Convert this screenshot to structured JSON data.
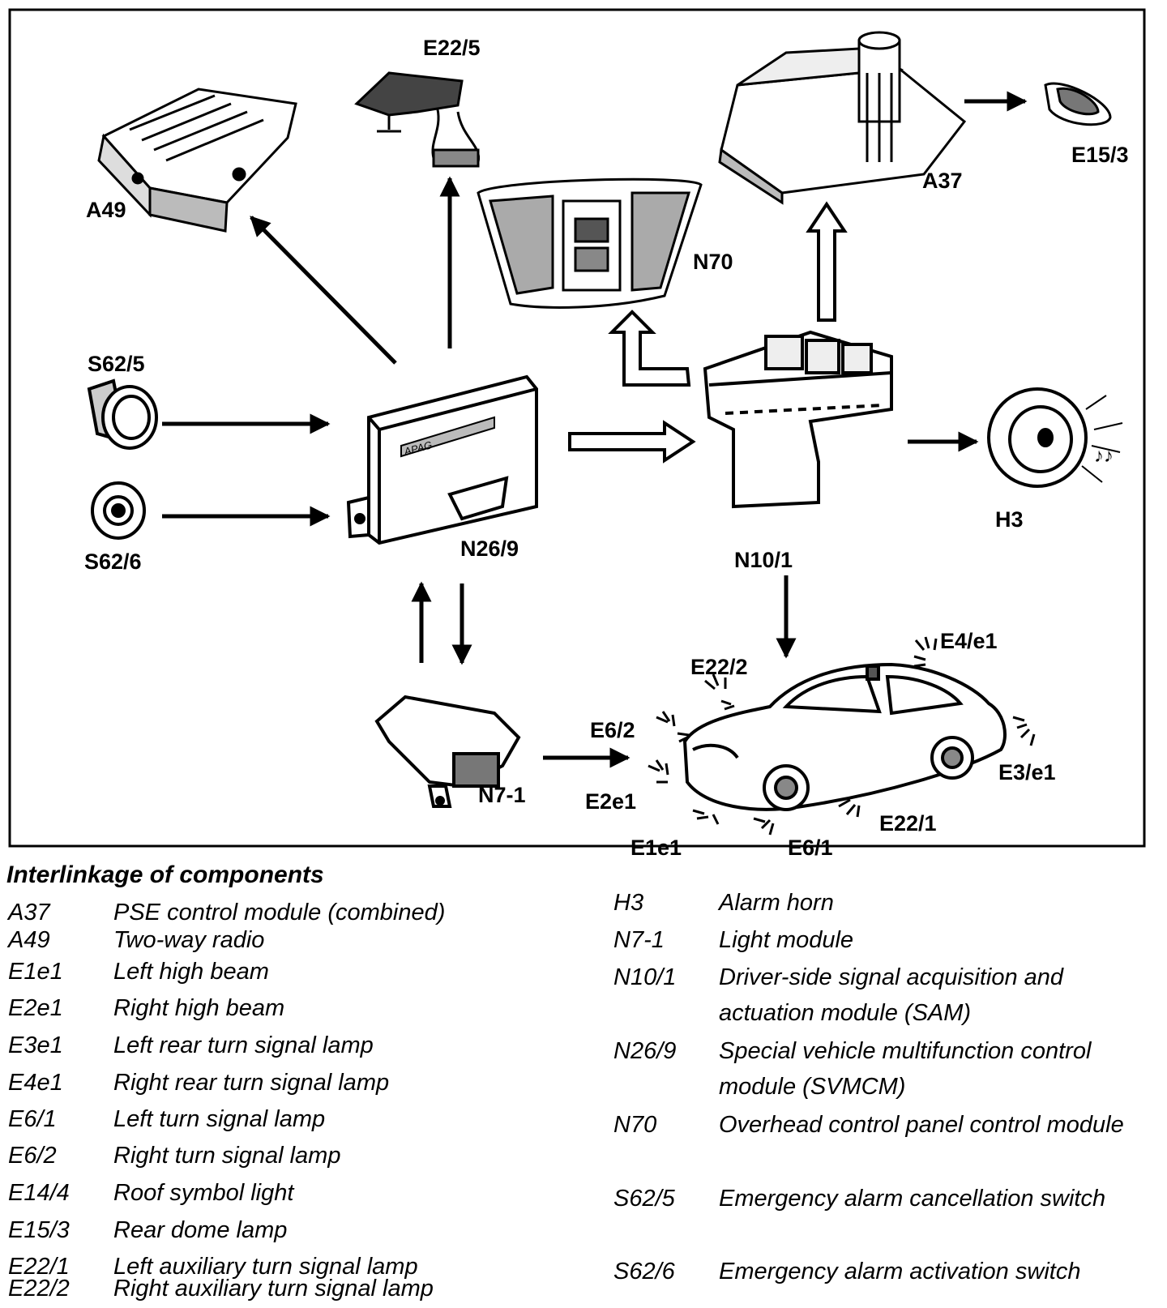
{
  "diagram": {
    "labels": {
      "a49": "A49",
      "e22_5": "E22/5",
      "a37": "A37",
      "e15_3": "E15/3",
      "n70": "N70",
      "s62_5": "S62/5",
      "s62_6": "S62/6",
      "n26_9": "N26/9",
      "n10_1": "N10/1",
      "h3": "H3",
      "n7_1": "N7-1",
      "e4e1": "E4/e1",
      "e22_2": "E22/2",
      "e6_2": "E6/2",
      "e2e1": "E2e1",
      "e1e1": "E1e1",
      "e6_1": "E6/1",
      "e22_1": "E22/1",
      "e3e1": "E3/e1"
    },
    "box_text": {
      "svmcm_brand": "APAG"
    }
  },
  "legend": {
    "title": "Interlinkage of components",
    "left": [
      {
        "code": "A37",
        "desc": "PSE control module (combined)"
      },
      {
        "code": "A49",
        "desc": "Two-way radio"
      },
      {
        "code": "E1e1",
        "desc": "Left high beam"
      },
      {
        "code": "E2e1",
        "desc": "Right high beam"
      },
      {
        "code": "E3e1",
        "desc": "Left rear turn signal lamp"
      },
      {
        "code": "E4e1",
        "desc": "Right rear turn signal lamp"
      },
      {
        "code": "E6/1",
        "desc": "Left turn signal lamp"
      },
      {
        "code": "E6/2",
        "desc": "Right turn signal lamp"
      },
      {
        "code": "E14/4",
        "desc": "Roof symbol light"
      },
      {
        "code": "E15/3",
        "desc": "Rear dome lamp"
      },
      {
        "code": "E22/1",
        "desc": "Left auxiliary turn signal lamp"
      },
      {
        "code": "E22/2",
        "desc": "Right auxiliary turn signal lamp"
      }
    ],
    "right": [
      {
        "code": "H3",
        "desc": "Alarm horn"
      },
      {
        "code": "N7-1",
        "desc": "Light module"
      },
      {
        "code": "N10/1",
        "desc": "Driver-side signal acquisition and actuation module (SAM)"
      },
      {
        "code": "N26/9",
        "desc": "Special vehicle multifunction control module (SVMCM)"
      },
      {
        "code": "N70",
        "desc": "Overhead control panel control module"
      },
      {
        "code": "S62/5",
        "desc": "Emergency alarm cancellation switch"
      },
      {
        "code": "S62/6",
        "desc": "Emergency alarm activation switch"
      }
    ]
  }
}
